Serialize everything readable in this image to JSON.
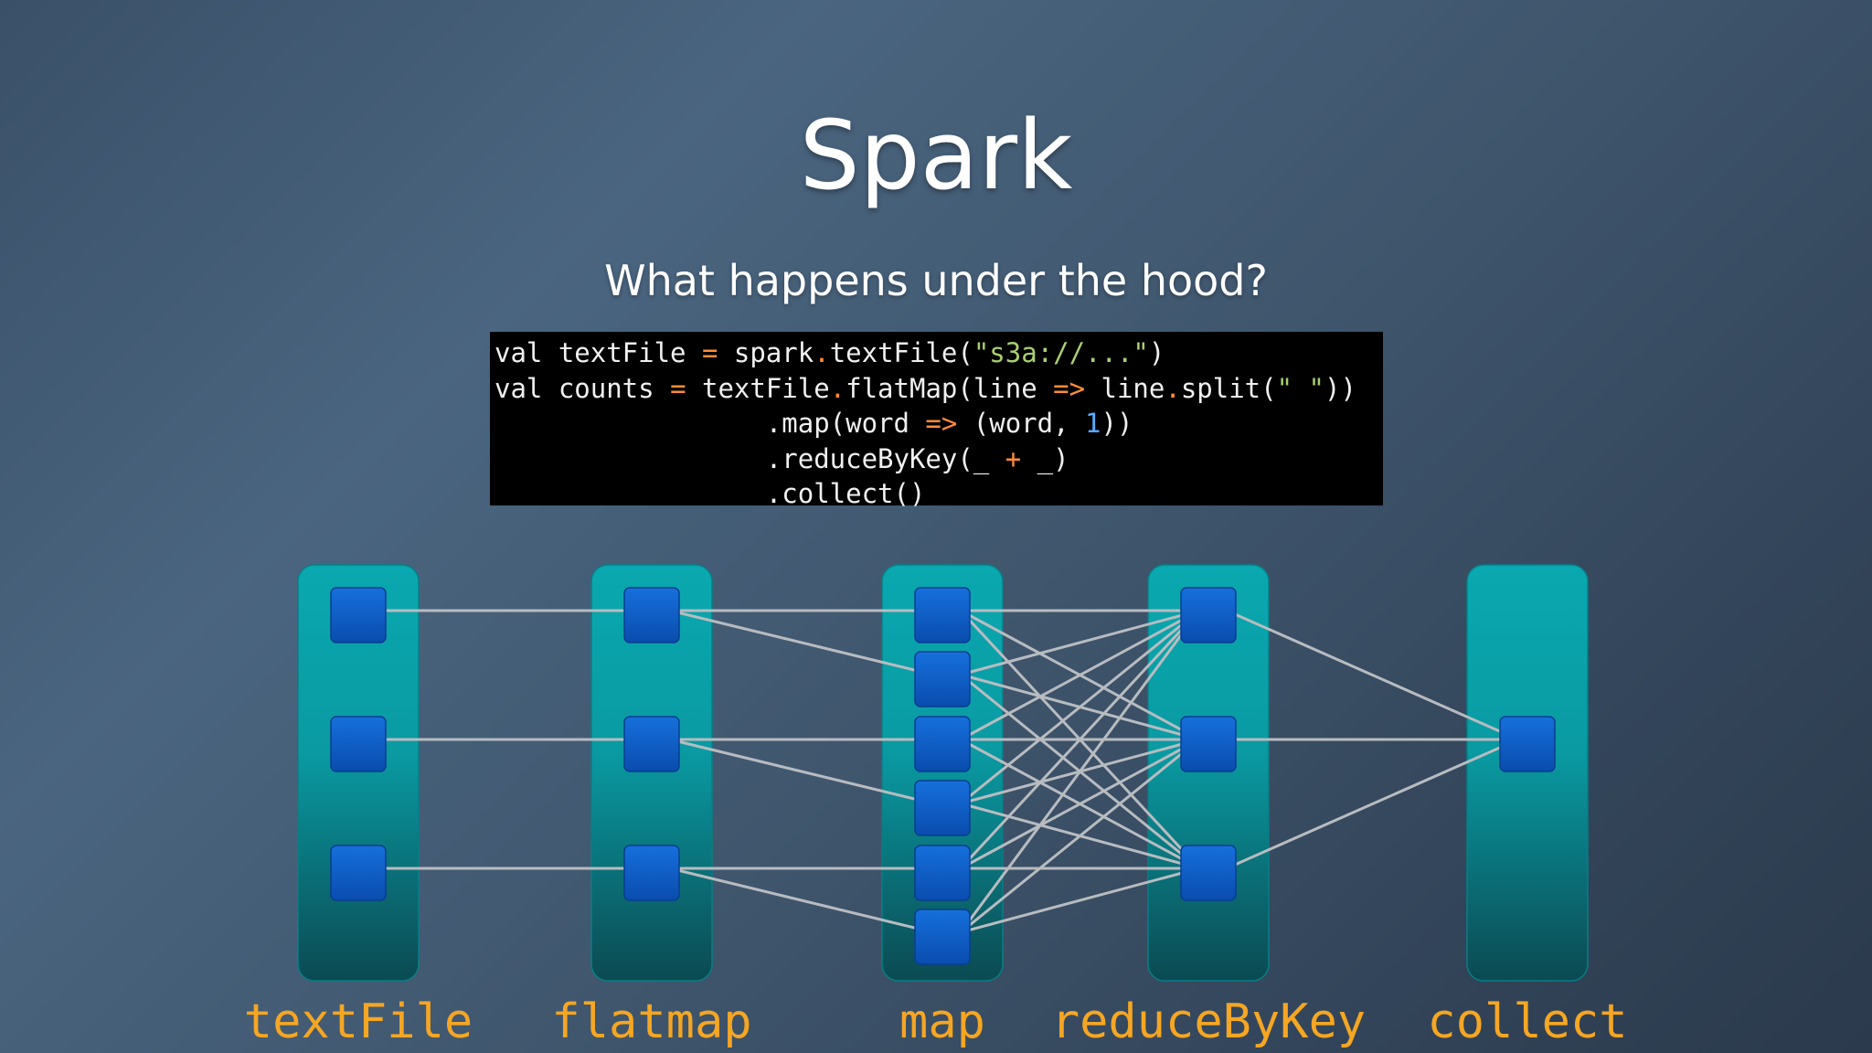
{
  "slide": {
    "title": "Spark",
    "subtitle": "What happens under the hood?"
  },
  "code": {
    "lines": [
      [
        {
          "t": "val textFile ",
          "c": "plain"
        },
        {
          "t": "=",
          "c": "op"
        },
        {
          "t": " spark",
          "c": "plain"
        },
        {
          "t": ".",
          "c": "op"
        },
        {
          "t": "textFile(",
          "c": "plain"
        },
        {
          "t": "\"s3a://...\"",
          "c": "str"
        },
        {
          "t": ")",
          "c": "plain"
        }
      ],
      [
        {
          "t": "val counts ",
          "c": "plain"
        },
        {
          "t": "=",
          "c": "op"
        },
        {
          "t": " textFile",
          "c": "plain"
        },
        {
          "t": ".",
          "c": "op"
        },
        {
          "t": "flatMap(line ",
          "c": "plain"
        },
        {
          "t": "=>",
          "c": "op"
        },
        {
          "t": " line",
          "c": "plain"
        },
        {
          "t": ".",
          "c": "op"
        },
        {
          "t": "split(",
          "c": "plain"
        },
        {
          "t": "\" \"",
          "c": "str"
        },
        {
          "t": "))",
          "c": "plain"
        }
      ],
      [
        {
          "t": "                 .map(word ",
          "c": "plain"
        },
        {
          "t": "=>",
          "c": "op"
        },
        {
          "t": " (word, ",
          "c": "plain"
        },
        {
          "t": "1",
          "c": "num"
        },
        {
          "t": "))",
          "c": "plain"
        }
      ],
      [
        {
          "t": "                 .reduceByKey(_ ",
          "c": "plain"
        },
        {
          "t": "+",
          "c": "op"
        },
        {
          "t": " _)",
          "c": "plain"
        }
      ],
      [
        {
          "t": "                 .collect()",
          "c": "plain"
        }
      ]
    ]
  },
  "diagram": {
    "stages": [
      {
        "label": "textFile",
        "partitions": 3
      },
      {
        "label": "flatmap",
        "partitions": 3
      },
      {
        "label": "map",
        "partitions": 6
      },
      {
        "label": "reduceByKey",
        "partitions": 3
      },
      {
        "label": "collect",
        "partitions": 1
      }
    ],
    "colors": {
      "label": "#f5a623",
      "column_top": "#0aa8b0",
      "column_bottom": "#0b4a52",
      "partition": "#0a58c8",
      "arrow": "#b8bcc0",
      "code_operator": "#ff8c3a",
      "code_string": "#a8d070",
      "code_number": "#5aa9ff"
    }
  }
}
